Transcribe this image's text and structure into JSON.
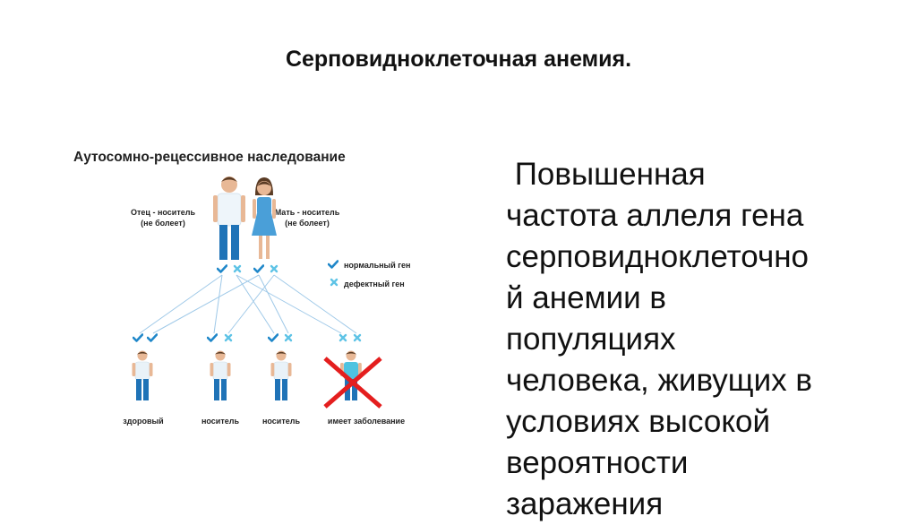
{
  "slide": {
    "title": "Серповидноклеточная анемия.",
    "body_lines": [
      " Повышенная",
      "частота аллеля гена",
      "серповидноклеточно",
      "й анемии в",
      "популяциях",
      "человека, живущих в",
      "условиях высокой",
      "вероятности",
      "заражения"
    ]
  },
  "diagram": {
    "heading": "Аутосомно-рецессивное наследование",
    "father_label_line1": "Отец - носитель",
    "father_label_line2": "(не болеет)",
    "mother_label_line1": "Мать - носитель",
    "mother_label_line2": "(не болеет)",
    "legend": {
      "normal_gene": "нормальный ген",
      "defective_gene": "дефектный ген"
    },
    "children": [
      {
        "label": "здоровый"
      },
      {
        "label": "носитель"
      },
      {
        "label": "носитель"
      },
      {
        "label": "имеет заболевание"
      }
    ],
    "colors": {
      "gene_check": "#1f87c9",
      "gene_cross": "#5ec3e6",
      "line": "#9fc9e8",
      "shirt": "#ffffff",
      "pants": "#1f73b7",
      "skin": "#e8b896",
      "hair": "#5a3b24",
      "dress": "#4a9fd8",
      "sick_shirt": "#4ec3e0",
      "red_cross": "#e41e1e"
    }
  }
}
